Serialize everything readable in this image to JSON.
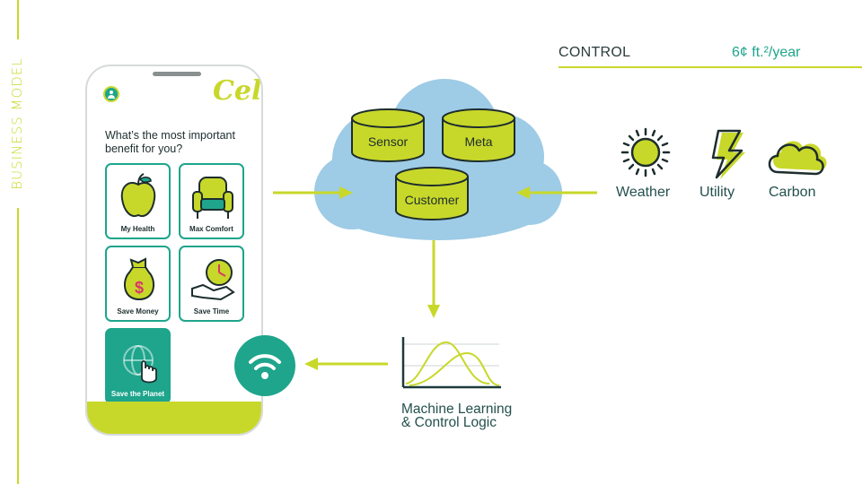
{
  "side_label": "BUSINESS MODEL",
  "header": {
    "label": "CONTROL",
    "value": "6¢ ft.²/year"
  },
  "phone": {
    "logo": "Cel",
    "question": "What’s the most important benefit for you?",
    "tiles": [
      {
        "label": "My Health",
        "icon": "apple-icon"
      },
      {
        "label": "Max Comfort",
        "icon": "armchair-icon"
      },
      {
        "label": "Save Money",
        "icon": "money-bag-icon"
      },
      {
        "label": "Save Time",
        "icon": "clock-hand-icon"
      },
      {
        "label": "Save the Planet",
        "icon": "globe-icon",
        "selected": true
      }
    ]
  },
  "cloud": {
    "databases": [
      "Sensor",
      "Meta",
      "Customer"
    ]
  },
  "sources": [
    {
      "label": "Weather",
      "icon": "sun-icon"
    },
    {
      "label": "Utility",
      "icon": "lightning-icon"
    },
    {
      "label": "Carbon",
      "icon": "cloud-icon"
    }
  ],
  "ml": {
    "line1": "Machine Learning",
    "line2": "& Control Logic"
  },
  "colors": {
    "lime": "#c8d82a",
    "teal": "#1ea58c",
    "cloud": "#9ecbe6",
    "dark": "#1d3a3a"
  }
}
